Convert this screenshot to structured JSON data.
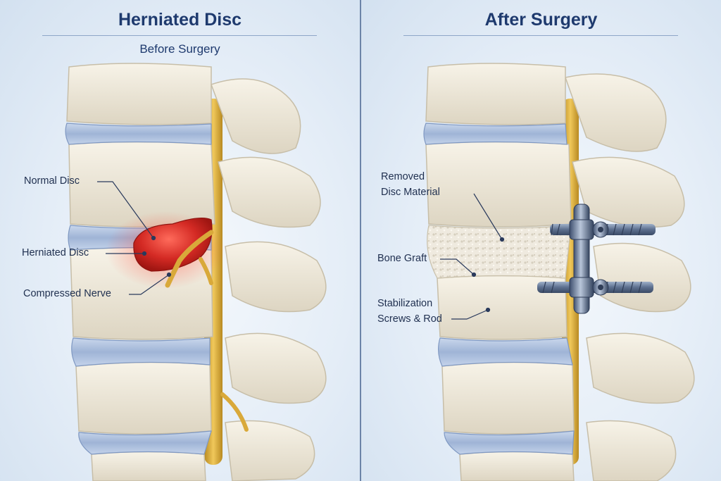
{
  "left": {
    "title": "Herniated Disc",
    "subtitle": "Before Surgery",
    "labels": {
      "normal_disc": "Normal Disc",
      "herniated_disc": "Herniated Disc",
      "compressed_nerve": "Compressed Nerve"
    }
  },
  "right": {
    "title": "After Surgery",
    "labels": {
      "removed_line1": "Removed",
      "removed_line2": "Disc Material",
      "bone_graft": "Bone Graft",
      "stab_line1": "Stabilization",
      "stab_line2": "Screws & Rod"
    }
  },
  "colors": {
    "title": "#1e3a6e",
    "bone": "#ece6d6",
    "disc": "#a9bede",
    "nerve": "#d9a93a",
    "herniation": "#d42a24",
    "hardware": "#5c6f8e",
    "divider": "#6c84a8"
  }
}
